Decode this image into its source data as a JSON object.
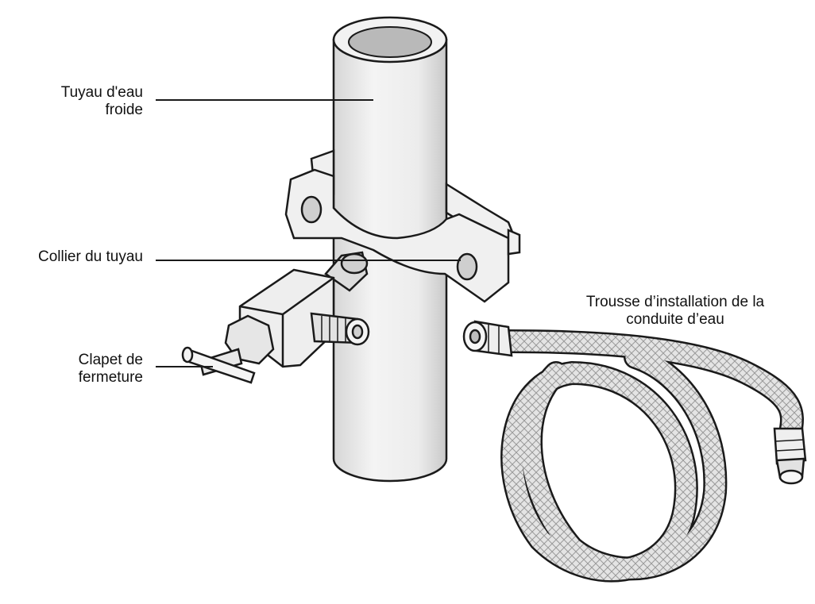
{
  "labels": {
    "pipe": [
      "Tuyau d'eau",
      "froide"
    ],
    "clamp": [
      "Collier du tuyau"
    ],
    "valve": [
      "Clapet de",
      "fermeture"
    ],
    "kit": [
      "Trousse d’installation de la",
      "conduite d’eau"
    ]
  },
  "colors": {
    "line": "#1a1a1a",
    "pipe_fill": "#eeeeee",
    "pipe_shade": "#d2d2d2",
    "braid": "#dcdcdc"
  }
}
